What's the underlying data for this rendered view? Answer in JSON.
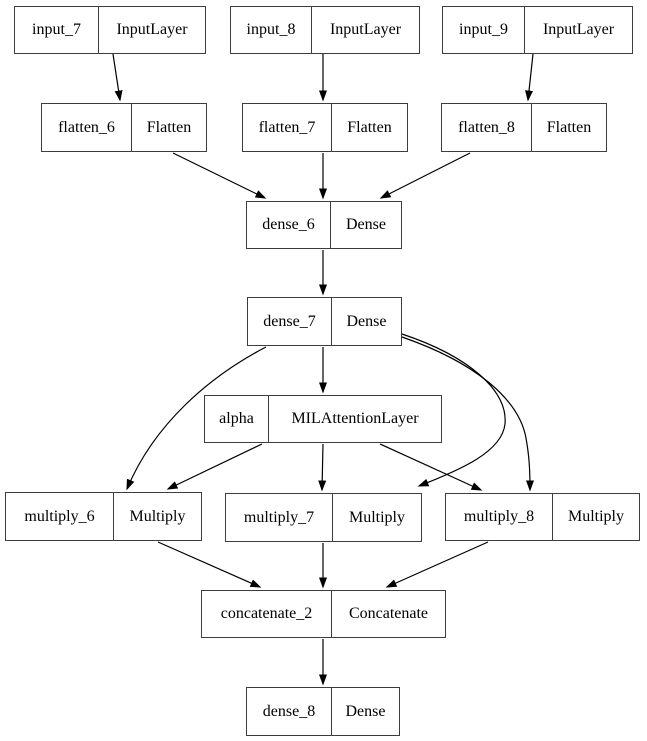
{
  "diagram": {
    "kind": "keras-model-plot",
    "nodes": {
      "input_7": {
        "name": "input_7",
        "type": "InputLayer"
      },
      "input_8": {
        "name": "input_8",
        "type": "InputLayer"
      },
      "input_9": {
        "name": "input_9",
        "type": "InputLayer"
      },
      "flatten_6": {
        "name": "flatten_6",
        "type": "Flatten"
      },
      "flatten_7": {
        "name": "flatten_7",
        "type": "Flatten"
      },
      "flatten_8": {
        "name": "flatten_8",
        "type": "Flatten"
      },
      "dense_6": {
        "name": "dense_6",
        "type": "Dense"
      },
      "dense_7": {
        "name": "dense_7",
        "type": "Dense"
      },
      "alpha": {
        "name": "alpha",
        "type": "MILAttentionLayer"
      },
      "multiply_6": {
        "name": "multiply_6",
        "type": "Multiply"
      },
      "multiply_7": {
        "name": "multiply_7",
        "type": "Multiply"
      },
      "multiply_8": {
        "name": "multiply_8",
        "type": "Multiply"
      },
      "concatenate_2": {
        "name": "concatenate_2",
        "type": "Concatenate"
      },
      "dense_8": {
        "name": "dense_8",
        "type": "Dense"
      }
    },
    "edges": [
      {
        "from": "input_7",
        "to": "flatten_6"
      },
      {
        "from": "input_8",
        "to": "flatten_7"
      },
      {
        "from": "input_9",
        "to": "flatten_8"
      },
      {
        "from": "flatten_6",
        "to": "dense_6"
      },
      {
        "from": "flatten_7",
        "to": "dense_6"
      },
      {
        "from": "flatten_8",
        "to": "dense_6"
      },
      {
        "from": "dense_6",
        "to": "dense_7"
      },
      {
        "from": "dense_7",
        "to": "alpha"
      },
      {
        "from": "dense_7",
        "to": "multiply_6"
      },
      {
        "from": "dense_7",
        "to": "multiply_7"
      },
      {
        "from": "dense_7",
        "to": "multiply_8"
      },
      {
        "from": "alpha",
        "to": "multiply_6"
      },
      {
        "from": "alpha",
        "to": "multiply_7"
      },
      {
        "from": "alpha",
        "to": "multiply_8"
      },
      {
        "from": "multiply_6",
        "to": "concatenate_2"
      },
      {
        "from": "multiply_7",
        "to": "concatenate_2"
      },
      {
        "from": "multiply_8",
        "to": "concatenate_2"
      },
      {
        "from": "concatenate_2",
        "to": "dense_8"
      }
    ],
    "colors": {
      "background": "#ffffff",
      "node_border": "#3d3d3d",
      "edge": "#000000",
      "text": "#000000"
    }
  }
}
